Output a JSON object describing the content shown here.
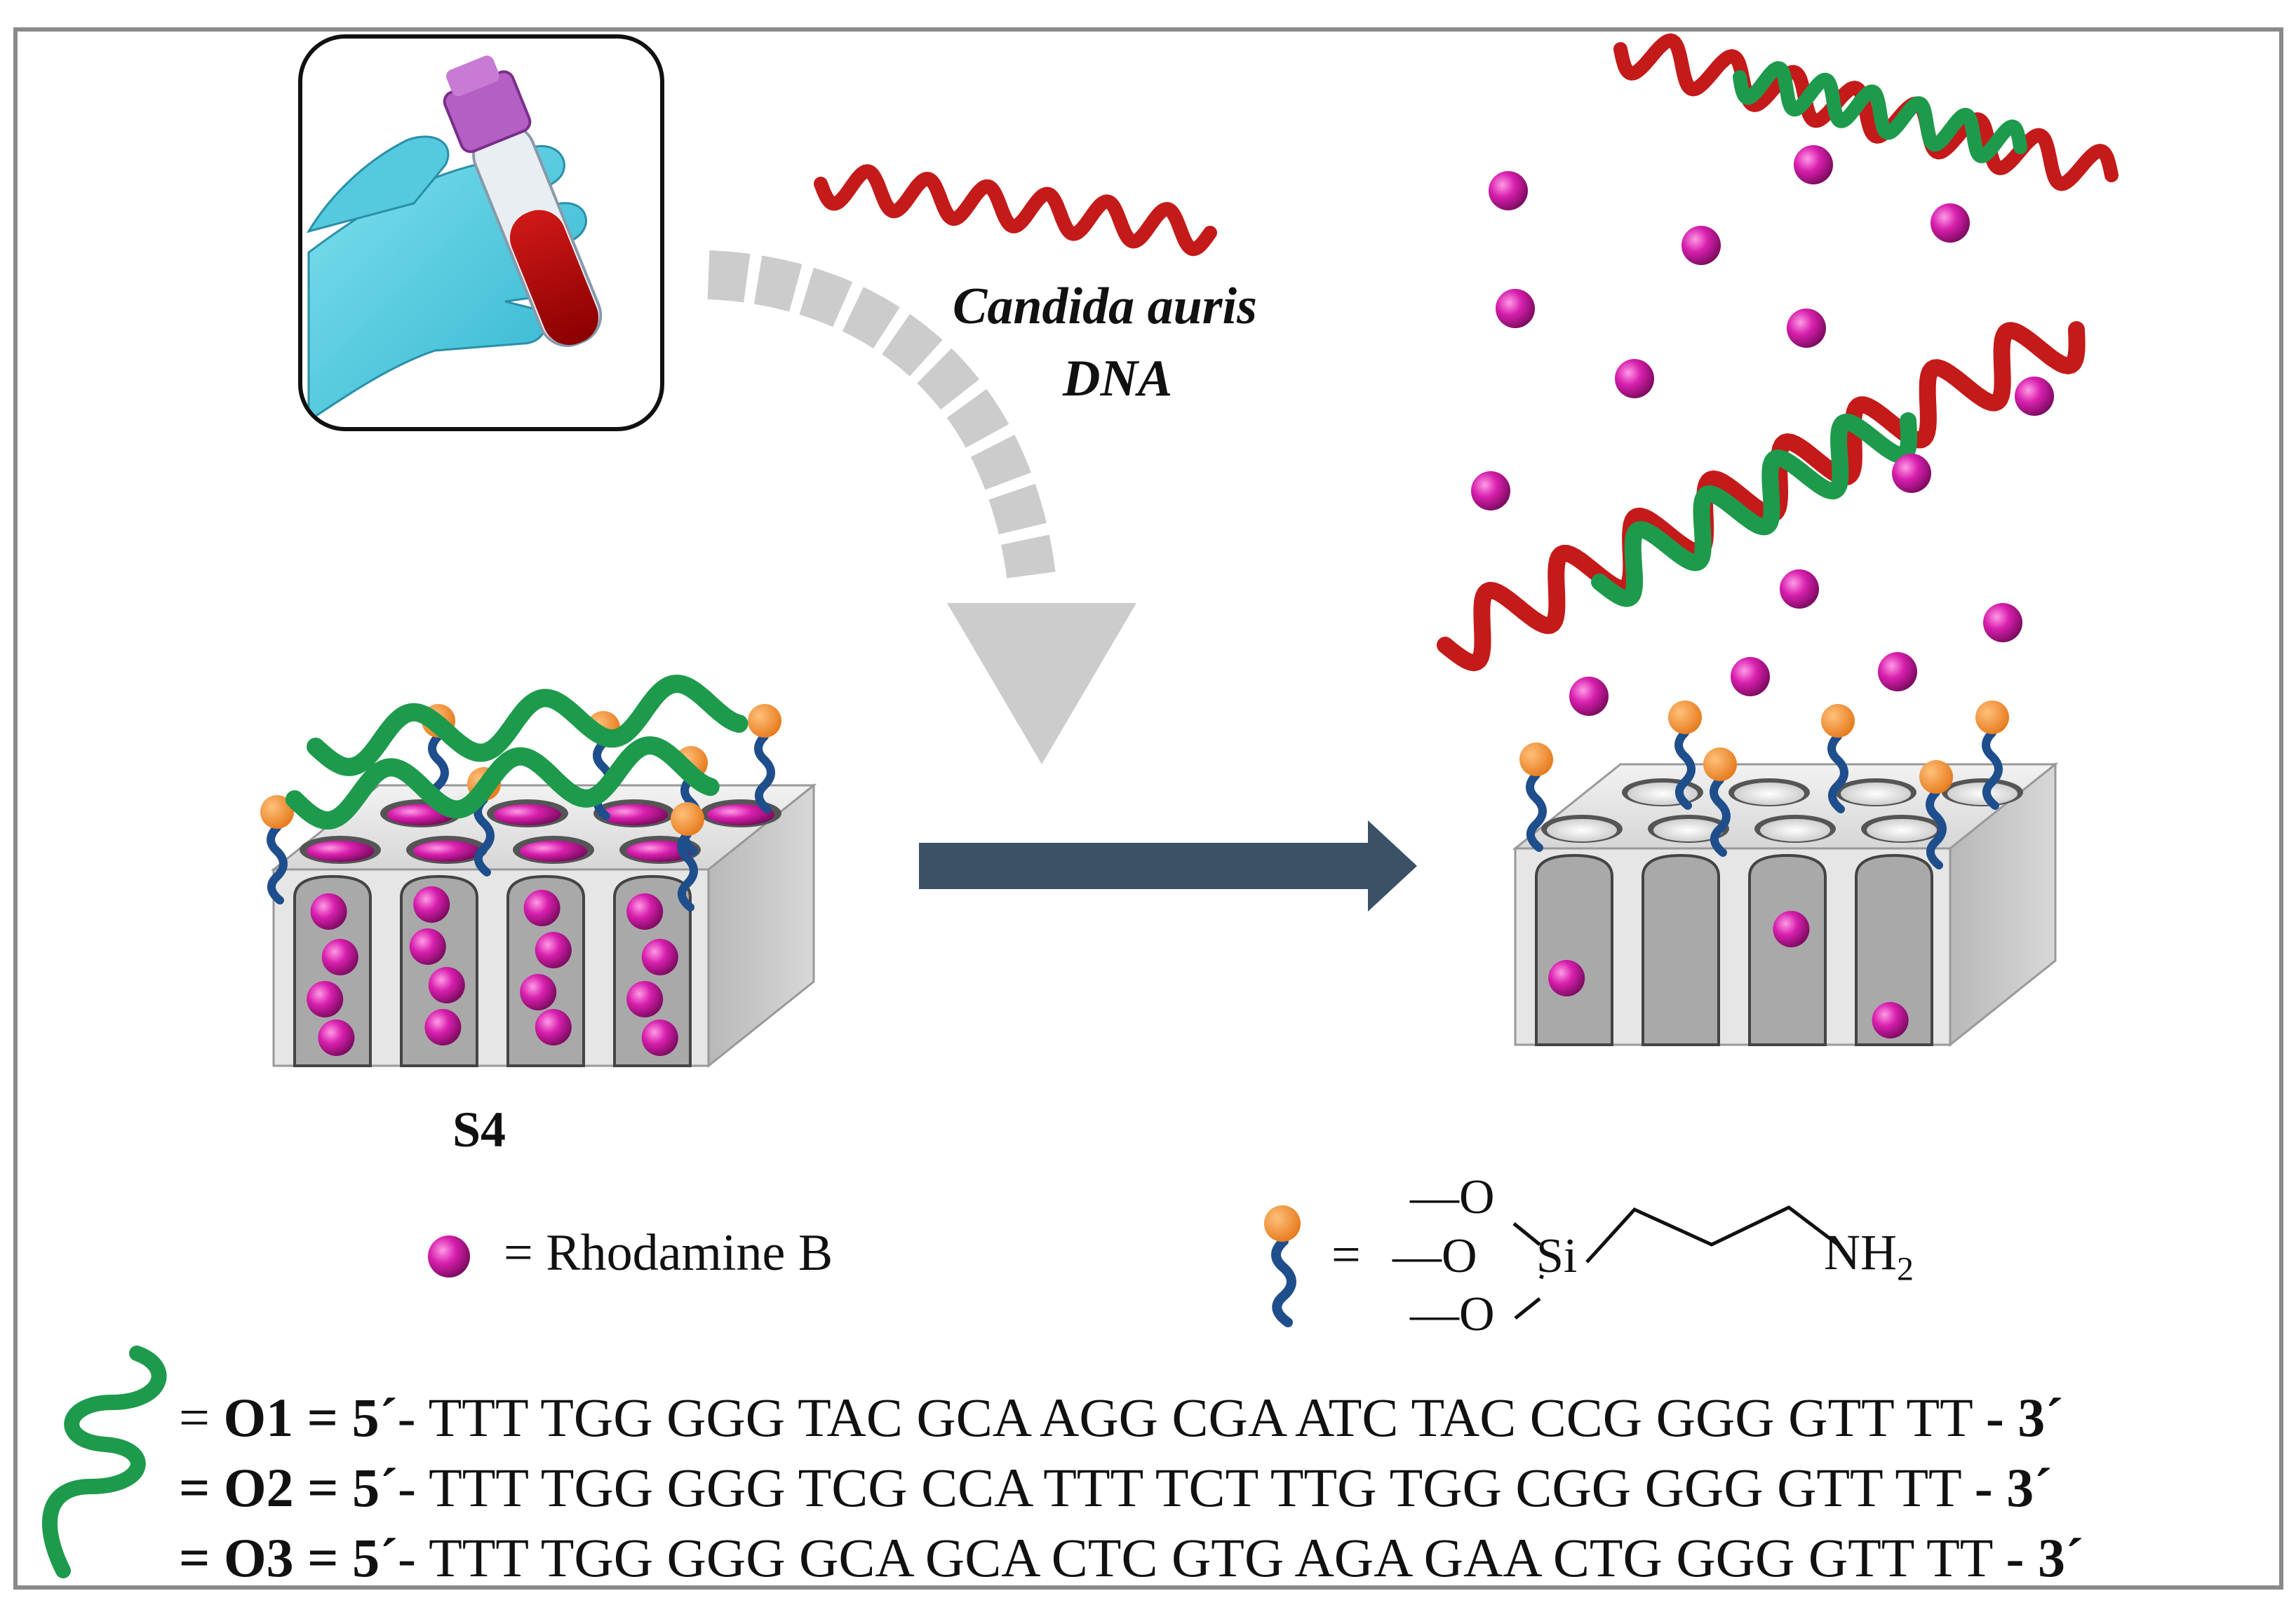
{
  "target": {
    "name_line1": "Candida auris",
    "name_line2": "DNA"
  },
  "material": {
    "label": "S4"
  },
  "legend": {
    "rhodamine_label": "= Rhodamine B",
    "aptes": {
      "equals": "=",
      "o_top": "—O",
      "o_mid": "—O",
      "si": "Si",
      "o_bot": "—O",
      "nh2_base": "NH",
      "nh2_sub": "2"
    }
  },
  "oligos": [
    {
      "prefix": "= ",
      "name": "O1",
      "mid": " = 5´",
      "seq": "- TTT TGG GGG TAC GCA AGG CGA ATC TAC CCG GGG GTT TT ",
      "end": "- 3´"
    },
    {
      "prefix": "= ",
      "name": "O2",
      "mid": " = 5´",
      "seq": "- TTT TGG GGG TCG CCA TTT TCT TTG TGG CGG GGG GTT TT ",
      "end": "- 3´"
    },
    {
      "prefix": "= ",
      "name": "O3",
      "mid": " = 5´",
      "seq": "- TTT TGG GGG GCA GCA CTC GTG AGA GAA CTG GGG GTT TT ",
      "end": "- 3´"
    }
  ],
  "colors": {
    "frame": "#8a8a8a",
    "dna_target": "#c41a1a",
    "oligo_gate": "#1e9a4c",
    "rhodamine": "#c0189a",
    "aptes_head": "#f28a2c",
    "aptes_chain": "#1f4e8c",
    "arrow_main": "#3a5166",
    "arrow_curved": "#c8c8c8",
    "solid_block": "#c9c9c9",
    "pore": "#a9a9a9"
  },
  "icons": {
    "sample": "blood-sample-tube-icon",
    "rhodamine": "rhodamine-sphere-icon",
    "aptes": "aminopropyl-linker-icon",
    "oligo": "green-oligonucleotide-icon"
  }
}
